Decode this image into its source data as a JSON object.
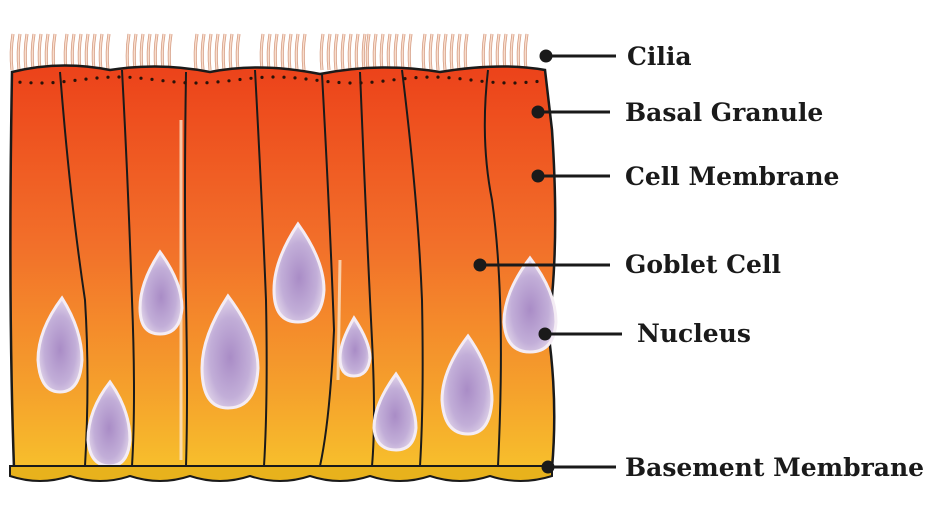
{
  "diagram": {
    "labels": {
      "cilia": "Cilia",
      "basal_granule": "Basal Granule",
      "cell_membrane": "Cell Membrane",
      "goblet_cell": "Goblet Cell",
      "nucleus": "Nucleus",
      "basement_membrane": "Basement Membrane"
    },
    "colors": {
      "cell_top": "#ee4a1c",
      "cell_mid": "#f2782a",
      "cell_bottom": "#f6b22a",
      "nucleus_fill": "#c9b2dc",
      "nucleus_edge": "#f0e6f2",
      "cilia": "#f4c9b4",
      "basement": "#e8b21c",
      "outline": "#1a1a1a"
    }
  }
}
